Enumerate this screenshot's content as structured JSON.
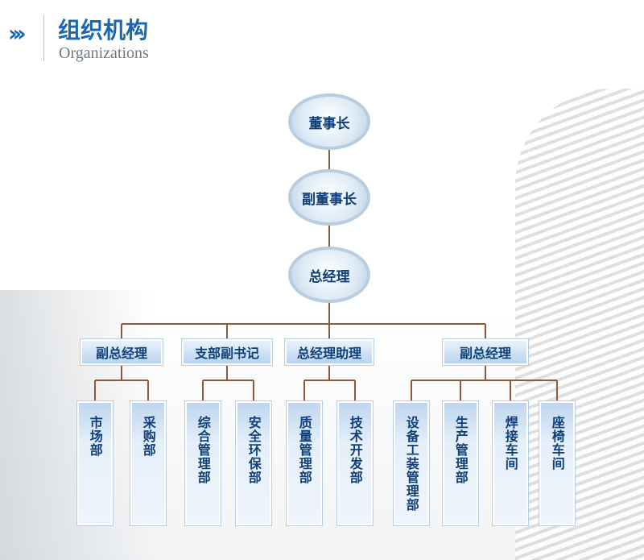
{
  "header": {
    "title": "组织机构",
    "subtitle": "Organizations",
    "arrow_icon": "chevrons-right-icon"
  },
  "colors": {
    "accent": "#1a67b1",
    "node_text": "#0f3f78",
    "connector": "#8b5a3c"
  },
  "org": {
    "chairman": "董事长",
    "vice_chairman": "副董事长",
    "general_manager": "总经理",
    "level2": [
      "副总经理",
      "支部副书记",
      "总经理助理",
      "副总经理"
    ],
    "departments": [
      "市场部",
      "采购部",
      "综合管理部",
      "安全环保部",
      "质量管理部",
      "技术开发部",
      "设备工装管理部",
      "生产管理部",
      "焊接车间",
      "座椅车间"
    ]
  }
}
